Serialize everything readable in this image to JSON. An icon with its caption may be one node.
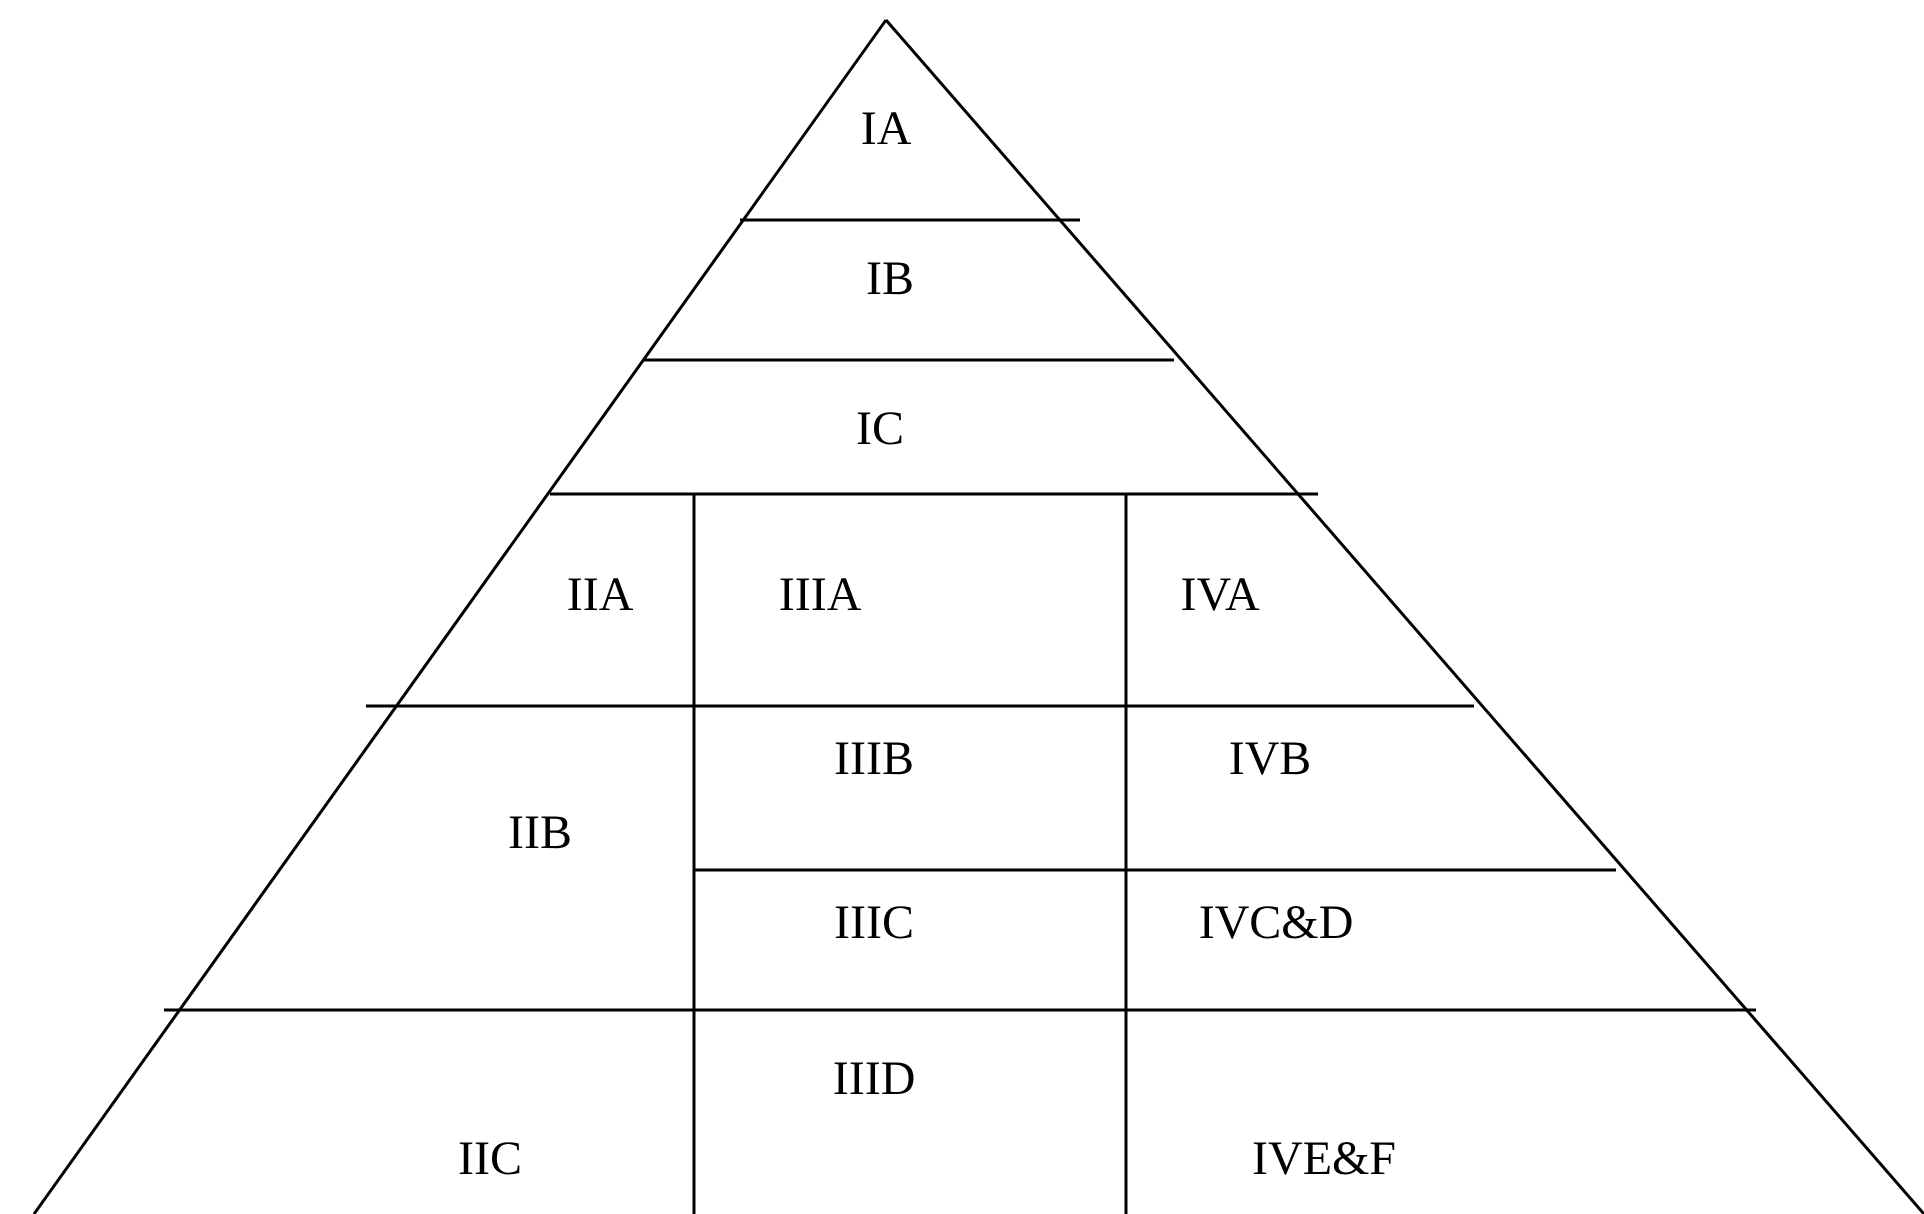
{
  "diagram": {
    "nodes": [
      {
        "text": [
          "IA"
        ]
      },
      {
        "text": [
          "IB"
        ]
      },
      {
        "text": [
          "IC"
        ]
      },
      {
        "text": [
          "IIA"
        ]
      },
      {
        "text": [
          "IIIA"
        ]
      },
      {
        "text": [
          "IVA"
        ]
      },
      {
        "text": [
          "IIB"
        ]
      },
      {
        "text": [
          "IIIB"
        ]
      },
      {
        "text": [
          "IVB"
        ]
      },
      {
        "text": [
          "IIIC"
        ]
      },
      {
        "text": [
          "IVC&D"
        ]
      },
      {
        "text": [
          "IIC"
        ]
      },
      {
        "text": [
          "IIID"
        ]
      },
      {
        "text": [
          "IVE&F"
        ]
      }
    ]
  }
}
